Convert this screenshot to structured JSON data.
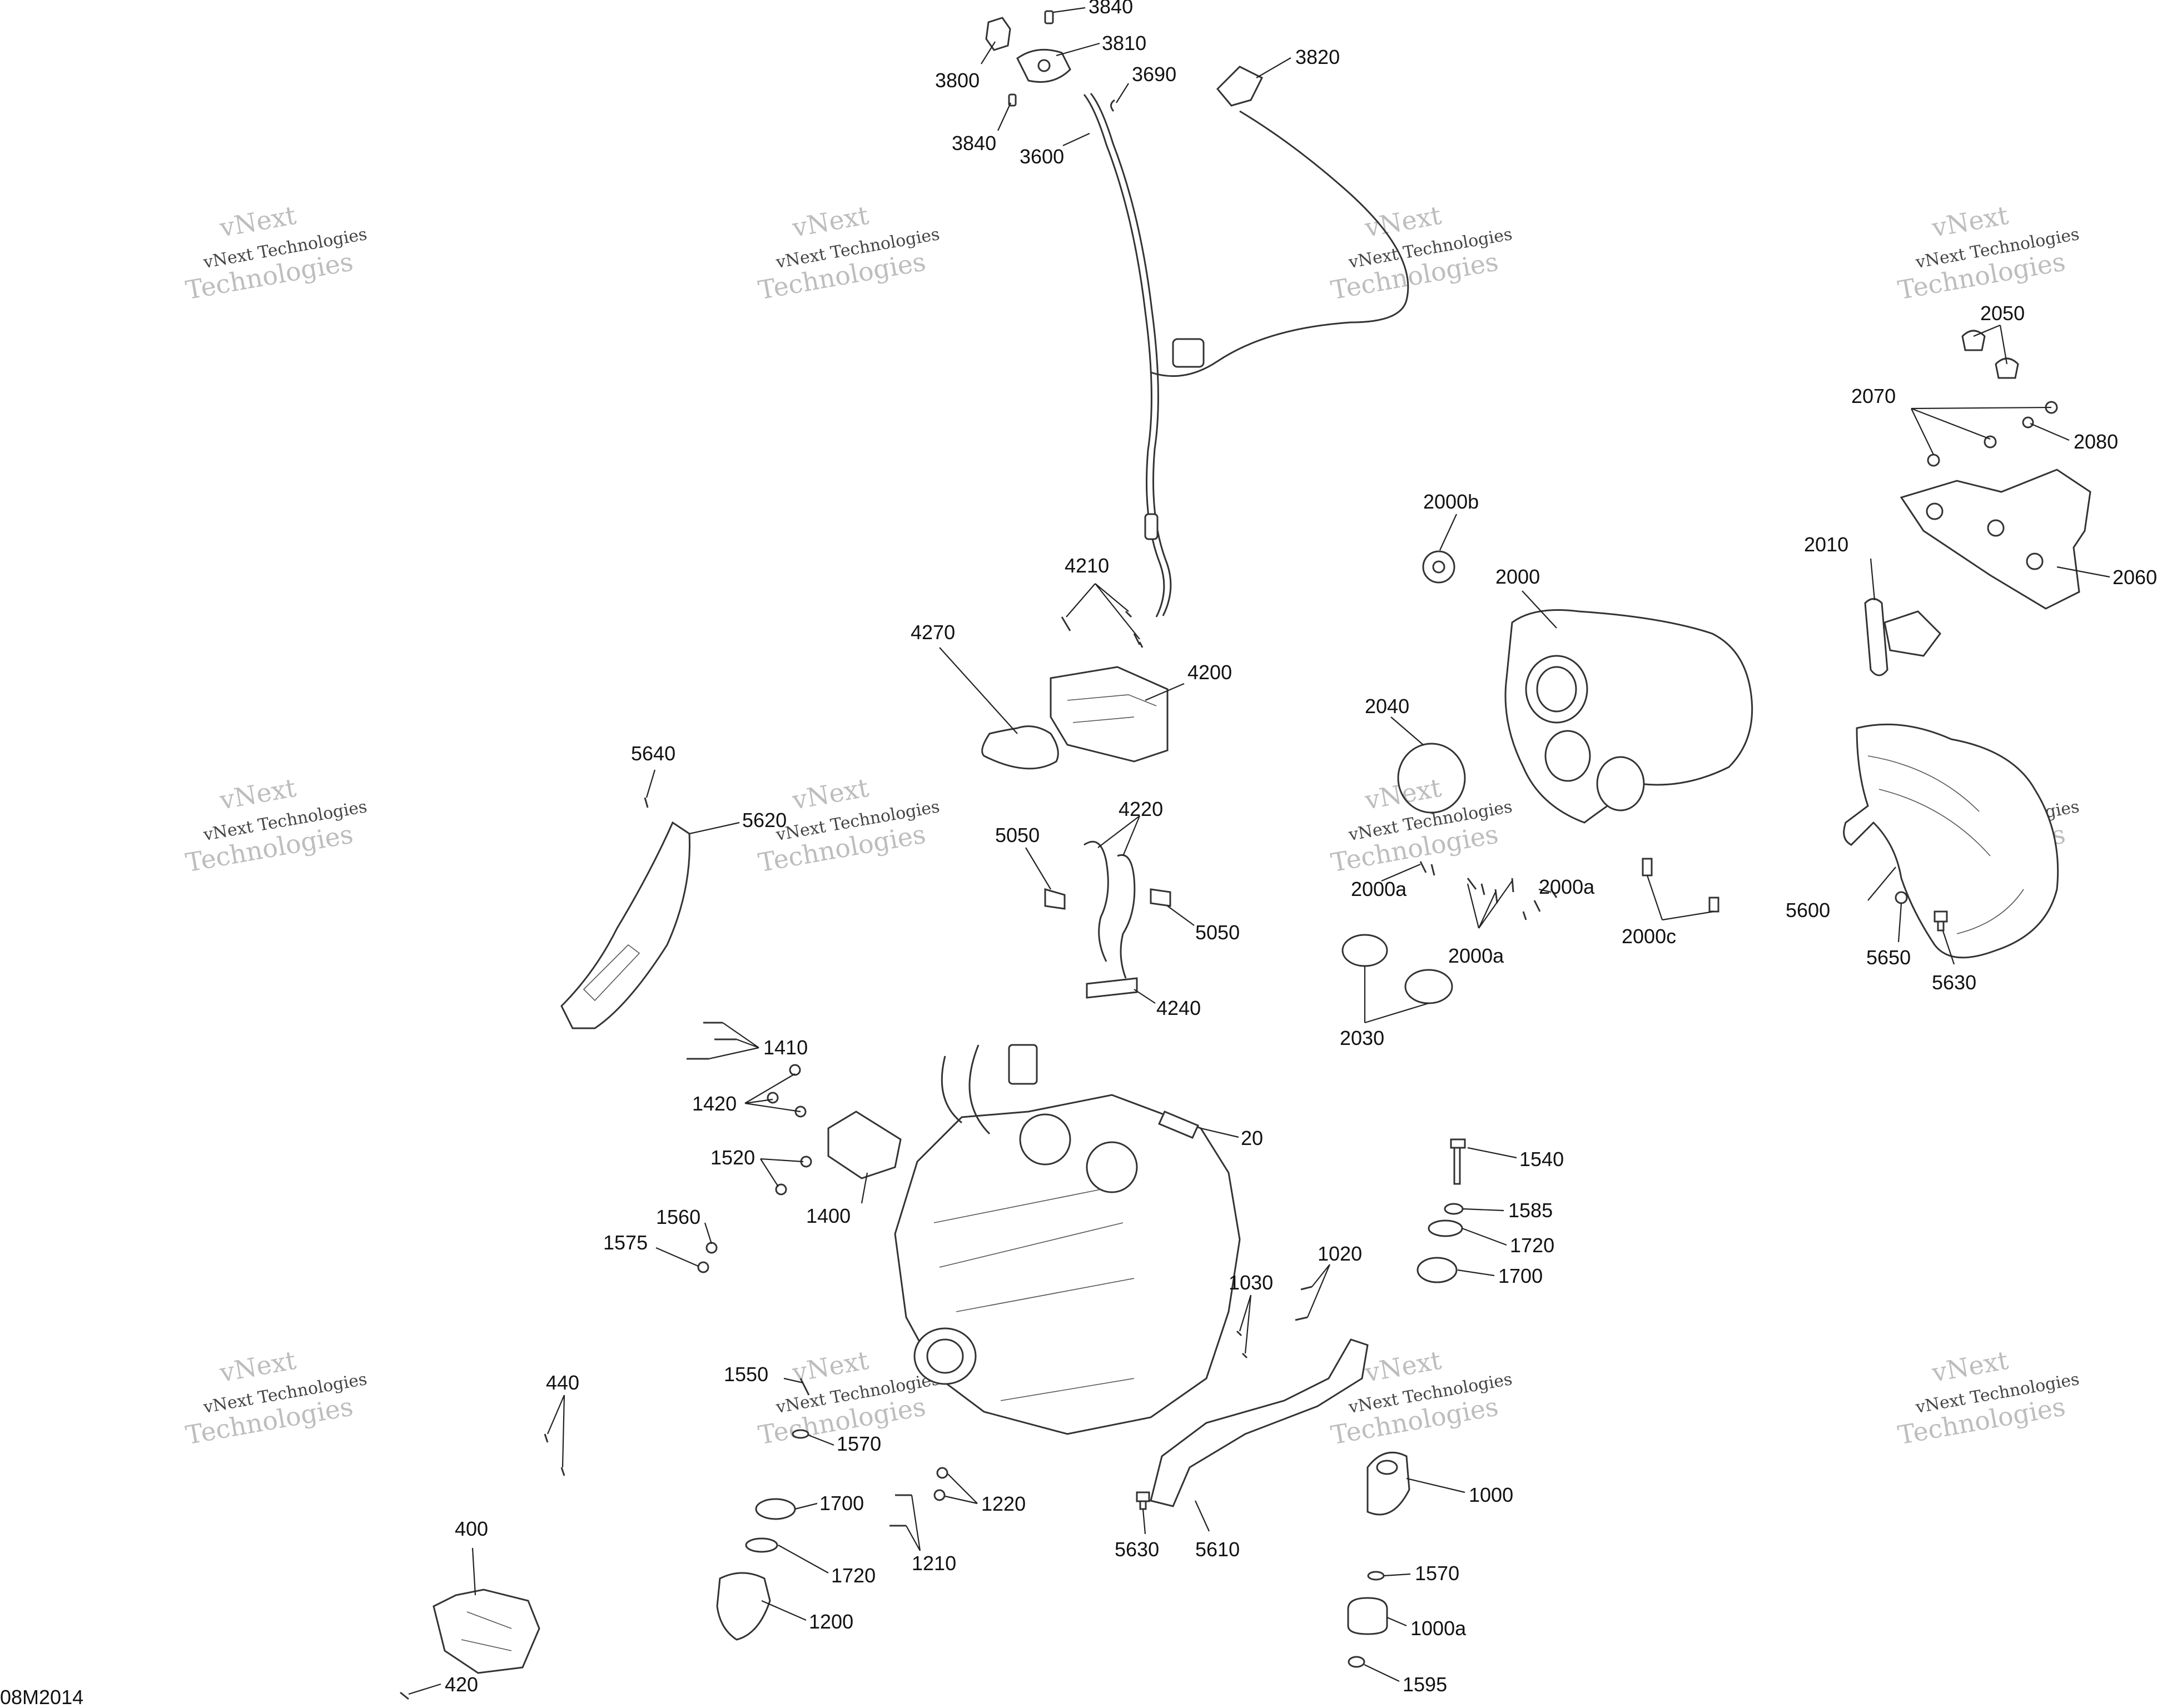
{
  "diagram": {
    "watermark": {
      "line1": "vNext Technologies",
      "line2": "vNext",
      "line3": "Technologies"
    },
    "code": "08M2014",
    "callouts": {
      "c3840a": "3840",
      "c3810": "3810",
      "c3690": "3690",
      "c3800": "3800",
      "c3840b": "3840",
      "c3600": "3600",
      "c3820": "3820",
      "c2050": "2050",
      "c2070": "2070",
      "c2080": "2080",
      "c2000b": "2000b",
      "c2010": "2010",
      "c2060": "2060",
      "c2000": "2000",
      "c4210": "4210",
      "c4270": "4270",
      "c4200": "4200",
      "c2040": "2040",
      "c5640": "5640",
      "c5620": "5620",
      "c4220": "4220",
      "c5050a": "5050",
      "c5050b": "5050",
      "c4240": "4240",
      "c2000a1": "2000a",
      "c2000a2": "2000a",
      "c2000a3": "2000a",
      "c2000c": "2000c",
      "c5600": "5600",
      "c5650": "5650",
      "c5630a": "5630",
      "c2030": "2030",
      "c1410": "1410",
      "c1420": "1420",
      "c20": "20",
      "c1520": "1520",
      "c1400": "1400",
      "c1540": "1540",
      "c1560": "1560",
      "c1575": "1575",
      "c1585": "1585",
      "c1720a": "1720",
      "c1700a": "1700",
      "c1030": "1030",
      "c1020": "1020",
      "c440": "440",
      "c1550": "1550",
      "c1570a": "1570",
      "c1000": "1000",
      "c1700b": "1700",
      "c1220": "1220",
      "c400": "400",
      "c1720b": "1720",
      "c1210": "1210",
      "c5630b": "5630",
      "c5610": "5610",
      "c1570b": "1570",
      "c1200": "1200",
      "c1000a": "1000a",
      "c420": "420",
      "c1595": "1595"
    }
  }
}
